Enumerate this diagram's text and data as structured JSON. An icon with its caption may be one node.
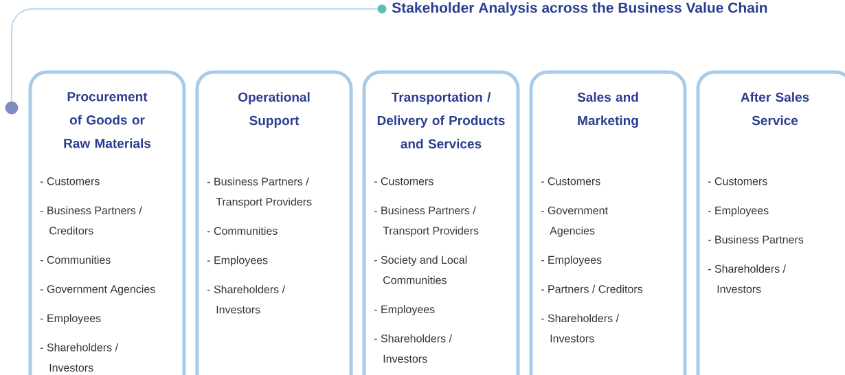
{
  "diagram": {
    "title": "Stakeholder Analysis across the Business Value Chain",
    "nodes": [
      {
        "text": [],
        "shape": "circle"
      },
      {
        "text": [],
        "shape": "circle"
      },
      {
        "text": [
          "Procurement of Goods or Raw Materials",
          "- Customers",
          "- Business Partners / Creditors",
          "- Communities",
          "- Government Agencies",
          "- Employees",
          "- Shareholders / Investors"
        ]
      },
      {
        "text": [
          "Operational Support",
          "- Business Partners / Transport Providers",
          "- Communities",
          "- Employees",
          "- Shareholders / Investors"
        ]
      },
      {
        "text": [
          "Transportation / Delivery of Products and Services",
          "- Customers",
          "- Business Partners / Transport Providers",
          "- Society and Local Communities",
          "- Employees",
          "- Shareholders / Investors"
        ]
      },
      {
        "text": [
          "Sales and Marketing",
          "- Customers",
          "- Government Agencies",
          "- Employees",
          "- Partners / Creditors",
          "- Shareholders / Investors"
        ]
      },
      {
        "text": [
          "After Sales Service",
          "- Customers",
          "- Employees",
          "- Business Partners",
          "- Shareholders / Investors"
        ]
      }
    ],
    "edges": [
      {
        "from": 0,
        "to": 1,
        "arrow": "none"
      }
    ]
  }
}
